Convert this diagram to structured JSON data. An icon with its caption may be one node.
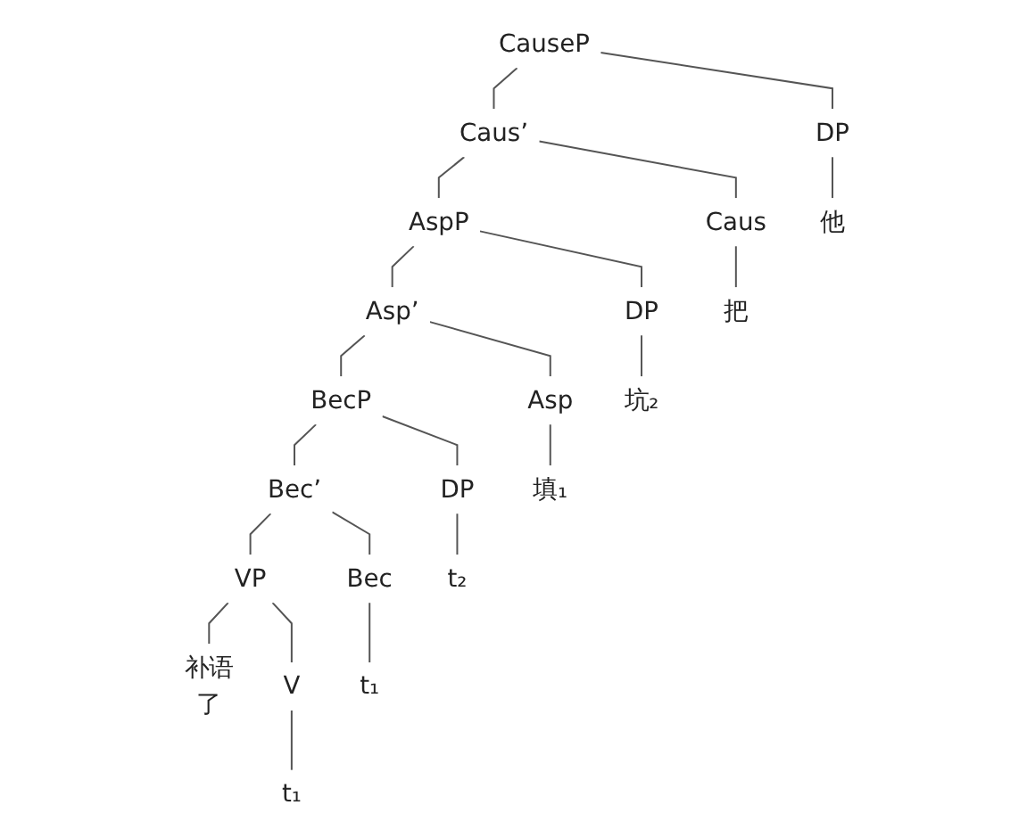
{
  "diagram": {
    "nodes": [
      {
        "text": [
          "CauseP"
        ]
      },
      {
        "text": [
          "DP"
        ]
      },
      {
        "text": [
          "Caus’"
        ]
      },
      {
        "text": [
          "Caus"
        ]
      },
      {
        "text": [
          "AspP"
        ]
      },
      {
        "text": [
          "DP"
        ]
      },
      {
        "text": [
          "Asp’"
        ]
      },
      {
        "text": [
          "Asp"
        ]
      },
      {
        "text": [
          "BecP"
        ]
      },
      {
        "text": [
          "DP"
        ]
      },
      {
        "text": [
          "Bec’"
        ]
      },
      {
        "text": [
          "Bec"
        ]
      },
      {
        "text": [
          "VP"
        ]
      },
      {
        "text": [
          "补语",
          "了"
        ]
      },
      {
        "text": [
          "V"
        ]
      },
      {
        "text": [
          "他"
        ]
      },
      {
        "text": [
          "把"
        ]
      },
      {
        "text": [
          "坑₂"
        ]
      },
      {
        "text": [
          "填₁"
        ]
      },
      {
        "text": [
          "t₂"
        ]
      },
      {
        "text": [
          "t₁"
        ]
      },
      {
        "text": [
          "t₁"
        ]
      }
    ],
    "edges": [
      {
        "from": 0,
        "to": 1,
        "arrow": "none"
      },
      {
        "from": 0,
        "to": 2,
        "arrow": "none"
      },
      {
        "from": 2,
        "to": 3,
        "arrow": "none"
      },
      {
        "from": 2,
        "to": 4,
        "arrow": "none"
      },
      {
        "from": 4,
        "to": 5,
        "arrow": "none"
      },
      {
        "from": 4,
        "to": 6,
        "arrow": "none"
      },
      {
        "from": 6,
        "to": 7,
        "arrow": "none"
      },
      {
        "from": 6,
        "to": 8,
        "arrow": "none"
      },
      {
        "from": 8,
        "to": 9,
        "arrow": "none"
      },
      {
        "from": 8,
        "to": 10,
        "arrow": "none"
      },
      {
        "from": 10,
        "to": 11,
        "arrow": "none"
      },
      {
        "from": 10,
        "to": 12,
        "arrow": "none"
      },
      {
        "from": 12,
        "to": 13,
        "arrow": "none"
      },
      {
        "from": 12,
        "to": 14,
        "arrow": "none"
      },
      {
        "from": 1,
        "to": 15,
        "arrow": "none"
      },
      {
        "from": 3,
        "to": 16,
        "arrow": "none"
      },
      {
        "from": 5,
        "to": 17,
        "arrow": "none"
      },
      {
        "from": 7,
        "to": 18,
        "arrow": "none"
      },
      {
        "from": 9,
        "to": 19,
        "arrow": "none"
      },
      {
        "from": 11,
        "to": 20,
        "arrow": "none"
      },
      {
        "from": 14,
        "to": 21,
        "arrow": "none"
      }
    ]
  }
}
